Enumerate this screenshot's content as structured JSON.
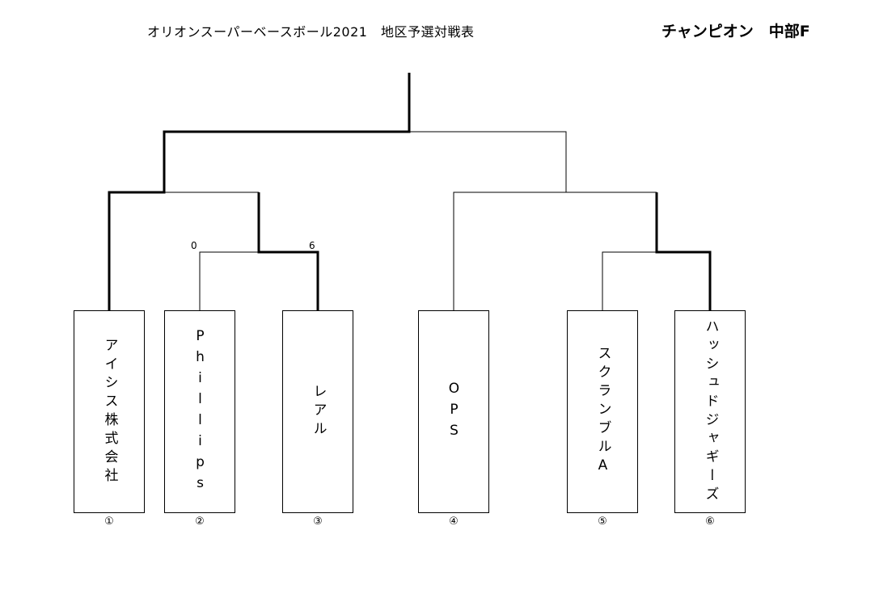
{
  "header": {
    "title": "オリオンスーパーベースボール2021　地区予選対戦表",
    "champion": "チャンピオン　中部F"
  },
  "teams": [
    {
      "name": "アイシス株式会社",
      "number": "①"
    },
    {
      "name": "Phillips",
      "number": "②"
    },
    {
      "name": "レアル",
      "number": "③"
    },
    {
      "name": "OPS",
      "number": "④"
    },
    {
      "name": "スクランブルA",
      "number": "⑤"
    },
    {
      "name": "ハッシュドジャギーズ",
      "number": "⑥"
    }
  ],
  "scores": {
    "match_2_3_left": "0",
    "match_2_3_right": "6"
  },
  "colors": {
    "line": "#000000",
    "background": "#ffffff"
  }
}
